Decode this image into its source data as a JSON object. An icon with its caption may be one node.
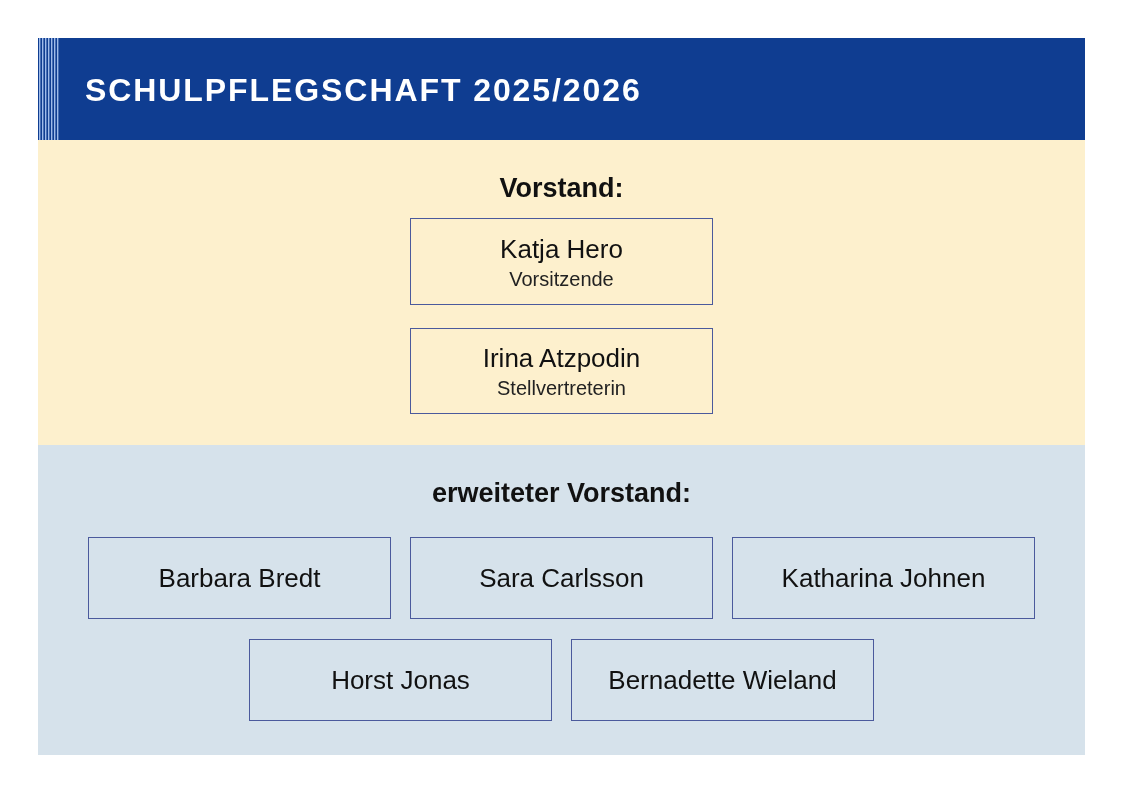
{
  "diagram": {
    "title": "SCHULPFLEGSCHAFT 2025/2026",
    "nodes": [
      {
        "text": [
          "Vorstand:"
        ]
      },
      {
        "text": [
          "Katja Hero",
          "Vorsitzende"
        ],
        "in": 0
      },
      {
        "text": [
          "Irina Atzpodin",
          "Stellvertreterin"
        ],
        "in": 0
      },
      {
        "text": [
          "erweiteter Vorstand:"
        ]
      },
      {
        "text": [
          "Barbara Bredt"
        ],
        "in": 3
      },
      {
        "text": [
          "Sara Carlsson"
        ],
        "in": 3
      },
      {
        "text": [
          "Katharina Johnen"
        ],
        "in": 3
      },
      {
        "text": [
          "Horst Jonas"
        ],
        "in": 3
      },
      {
        "text": [
          "Bernadette Wieland"
        ],
        "in": 3
      }
    ]
  }
}
